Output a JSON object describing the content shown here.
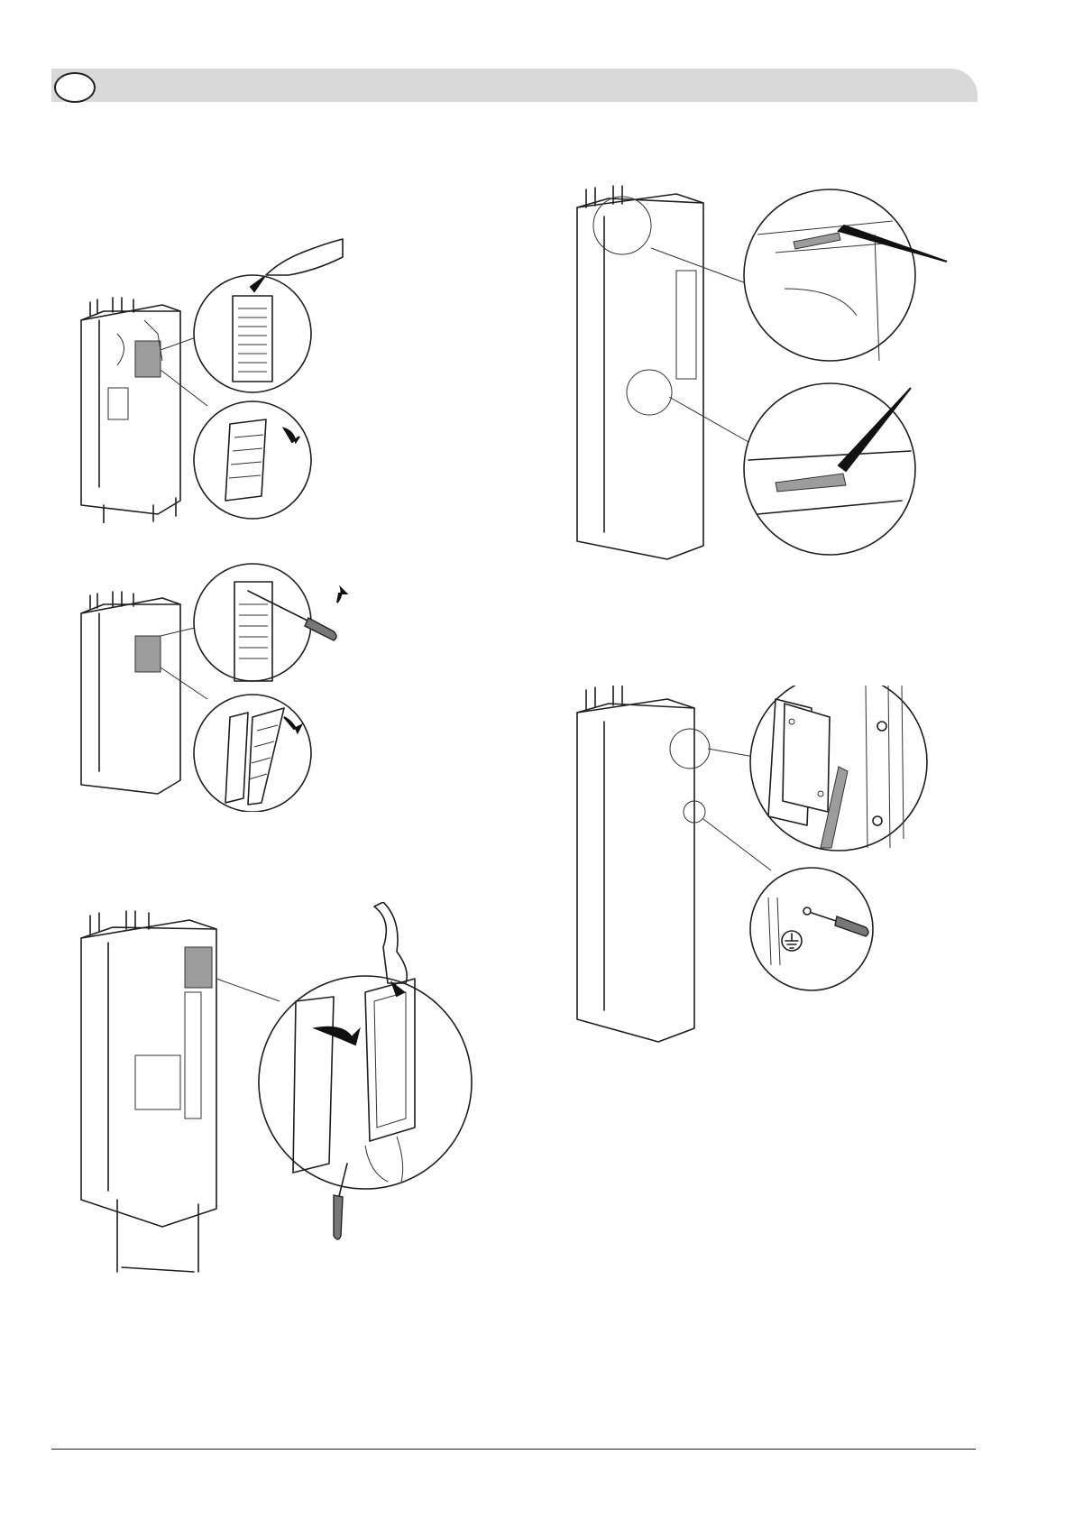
{
  "header": {
    "language_badge": ""
  },
  "figures": [
    {
      "id": "fig-display-panel",
      "description": ""
    },
    {
      "id": "fig-cover-removal",
      "description": ""
    },
    {
      "id": "fig-display-unit",
      "description": ""
    },
    {
      "id": "fig-cable-routing",
      "description": ""
    },
    {
      "id": "fig-bracket-mount",
      "description": ""
    }
  ],
  "icons": [
    "finger-press-icon",
    "screwdriver-icon",
    "rotate-arrow-icon",
    "earth-ground-icon"
  ]
}
